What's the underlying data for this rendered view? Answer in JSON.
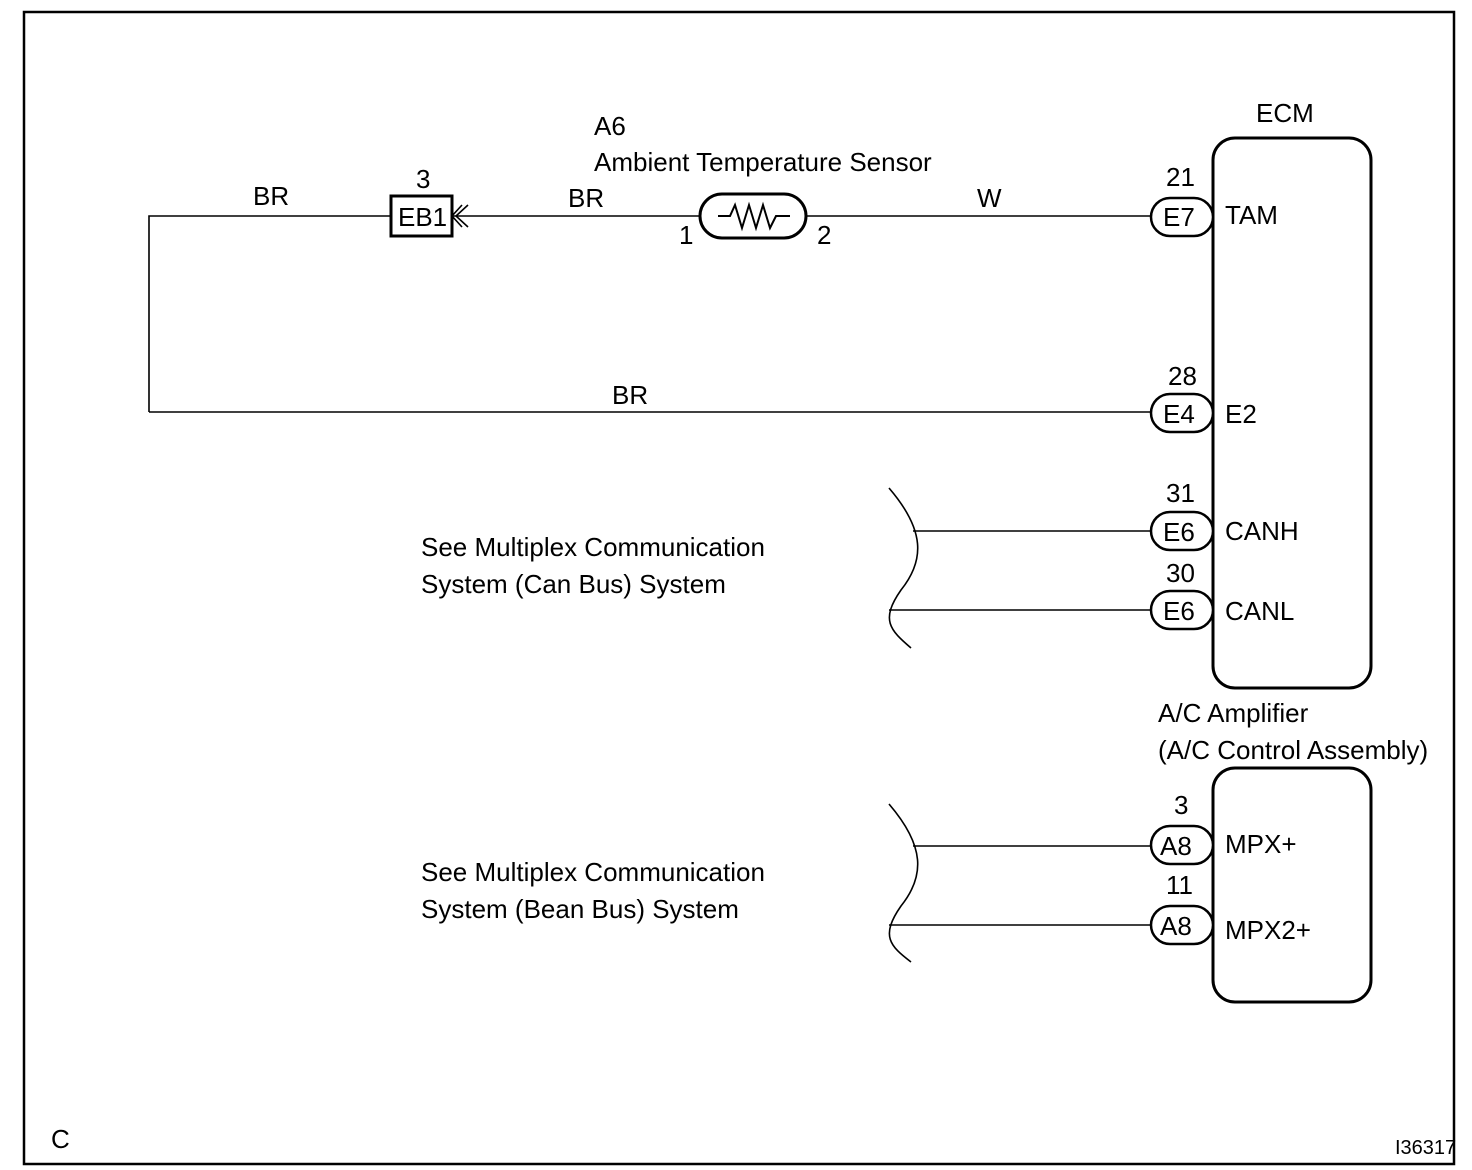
{
  "figure_id": "I36317",
  "corner_label": "C",
  "ecm": {
    "title": "ECM",
    "pins": [
      {
        "number": "21",
        "connector": "E7",
        "signal": "TAM"
      },
      {
        "number": "28",
        "connector": "E4",
        "signal": "E2"
      },
      {
        "number": "31",
        "connector": "E6",
        "signal": "CANH"
      },
      {
        "number": "30",
        "connector": "E6",
        "signal": "CANL"
      }
    ]
  },
  "ac_amplifier": {
    "title_line1": "A/C Amplifier",
    "title_line2": "(A/C Control Assembly)",
    "pins": [
      {
        "number": "3",
        "connector": "A8",
        "signal": "MPX+"
      },
      {
        "number": "11",
        "connector": "A8",
        "signal": "MPX2+"
      }
    ]
  },
  "sensor": {
    "code": "A6",
    "name": "Ambient Temperature Sensor",
    "pin_left": "1",
    "pin_right": "2"
  },
  "junction": {
    "code": "EB1",
    "pin": "3"
  },
  "wires": {
    "top_left": "BR",
    "junction_to_sensor": "BR",
    "sensor_to_ecm": "W",
    "ground_return": "BR"
  },
  "notes": {
    "can_line1": "See Multiplex Communication",
    "can_line2": "System (Can Bus) System",
    "bean_line1": "See Multiplex Communication",
    "bean_line2": "System (Bean Bus) System"
  }
}
